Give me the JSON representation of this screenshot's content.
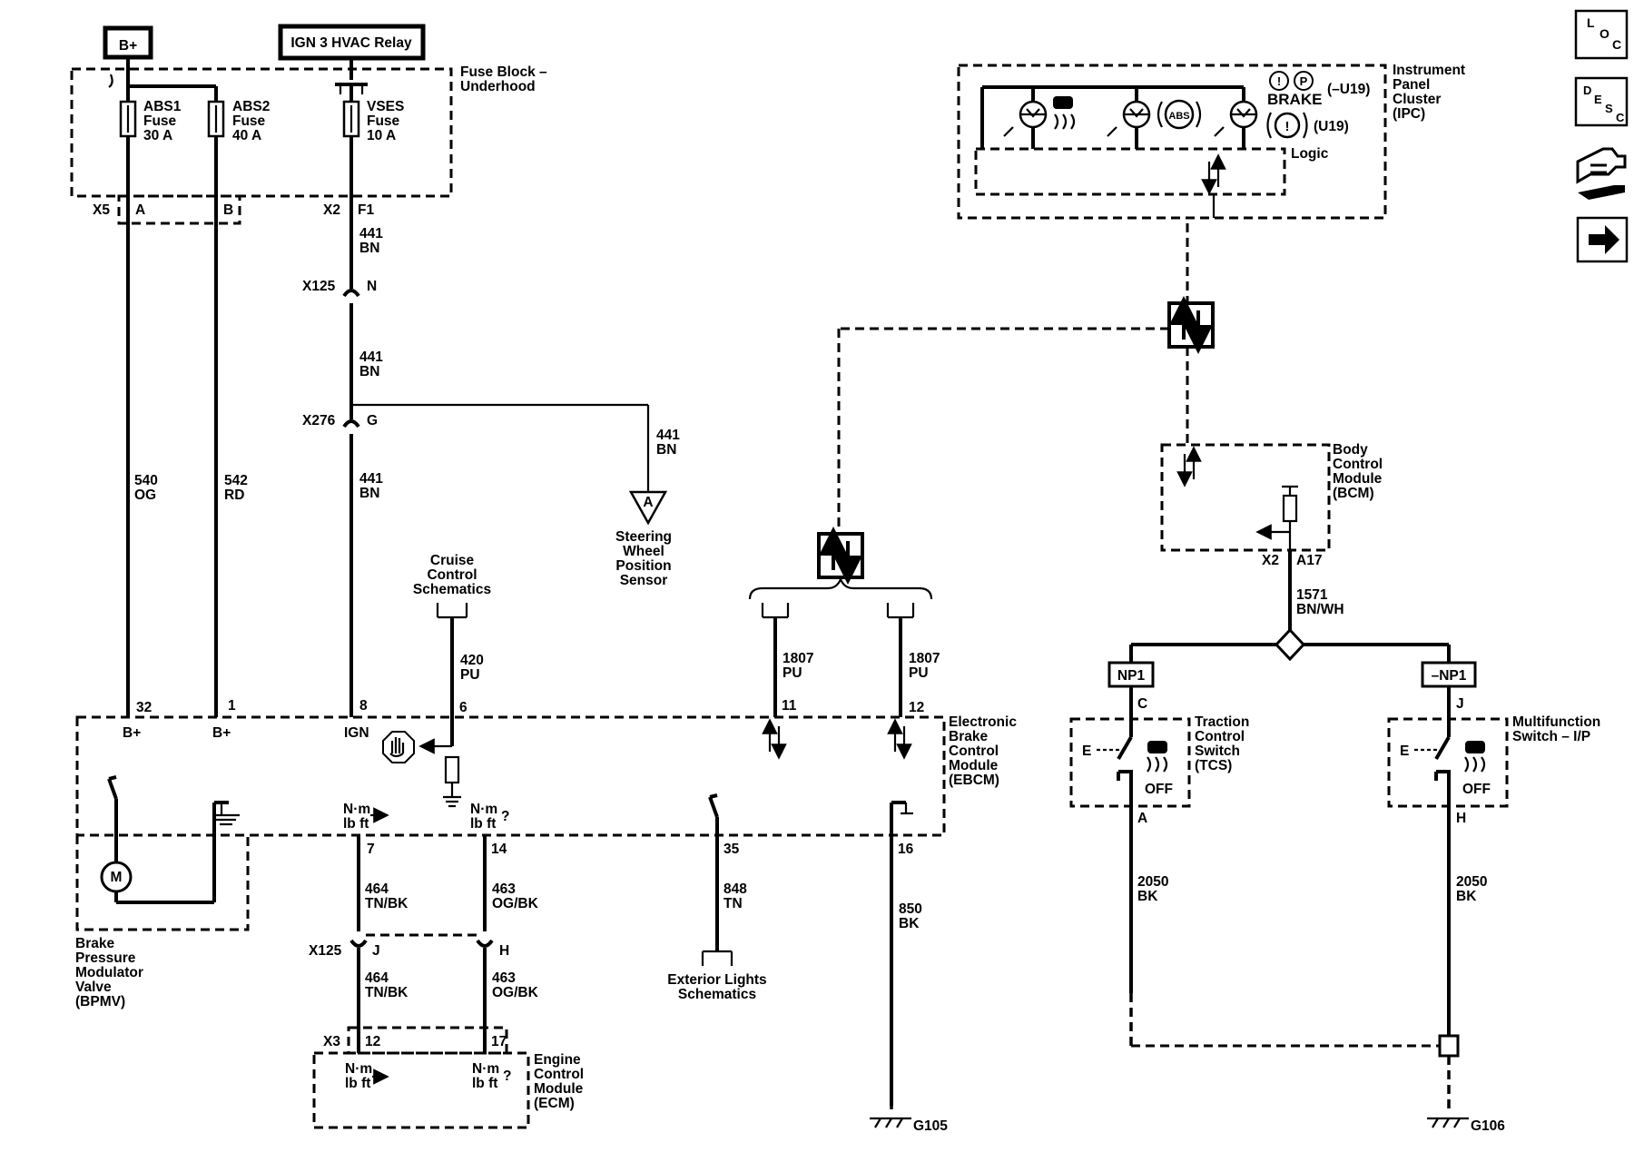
{
  "power": {
    "bplus": "B+",
    "ign_relay": "IGN 3 HVAC Relay"
  },
  "fuse_block": {
    "label": [
      "Fuse Block –",
      "Underhood"
    ],
    "abs1": [
      "ABS1",
      "Fuse",
      "30 A"
    ],
    "abs2": [
      "ABS2",
      "Fuse",
      "40 A"
    ],
    "vses": [
      "VSES",
      "Fuse",
      "10 A"
    ],
    "x5": "X5",
    "pin_a": "A",
    "pin_b": "B",
    "x2": "X2",
    "pin_f1": "F1"
  },
  "wires": {
    "w441a": [
      "441",
      "BN"
    ],
    "w441b": [
      "441",
      "BN"
    ],
    "w441c": [
      "441",
      "BN"
    ],
    "w441d": [
      "441",
      "BN"
    ],
    "w540": [
      "540",
      "OG"
    ],
    "w542": [
      "542",
      "RD"
    ],
    "w420": [
      "420",
      "PU"
    ],
    "w1807a": [
      "1807",
      "PU"
    ],
    "w1807b": [
      "1807",
      "PU"
    ],
    "w464a": [
      "464",
      "TN/BK"
    ],
    "w463a": [
      "463",
      "OG/BK"
    ],
    "w464b": [
      "464",
      "TN/BK"
    ],
    "w463b": [
      "463",
      "OG/BK"
    ],
    "w848": [
      "848",
      "TN"
    ],
    "w850": [
      "850",
      "BK"
    ],
    "w1571": [
      "1571",
      "BN/WH"
    ],
    "w2050a": [
      "2050",
      "BK"
    ],
    "w2050b": [
      "2050",
      "BK"
    ]
  },
  "connectors": {
    "x125_top": "X125",
    "x125_top_pin": "N",
    "x276": "X276",
    "x276_pin": "G",
    "x125_bot": "X125",
    "x125_j": "J",
    "x125_h": "H",
    "x3": "X3",
    "x3_12": "12",
    "x3_17": "17",
    "x2_bcm": "X2",
    "a17": "A17"
  },
  "steering": {
    "ref": "A",
    "label": [
      "Steering",
      "Wheel",
      "Position",
      "Sensor"
    ]
  },
  "cruise": [
    "Cruise",
    "Control",
    "Schematics"
  ],
  "ebcm": {
    "label": [
      "Electronic",
      "Brake",
      "Control",
      "Module",
      "(EBCM)"
    ],
    "pins_top": [
      "32",
      "1",
      "8",
      "6",
      "11",
      "12"
    ],
    "pin_names": [
      "B+",
      "B+",
      "IGN"
    ],
    "pins_bottom": [
      "7",
      "14",
      "35",
      "16"
    ],
    "torque": [
      "N·m",
      "lb ft"
    ],
    "torque_q": "?"
  },
  "bpmv": {
    "motor": "M",
    "label": [
      "Brake",
      "Pressure",
      "Modulator",
      "Valve",
      "(BPMV)"
    ]
  },
  "ecm": {
    "label": [
      "Engine",
      "Control",
      "Module",
      "(ECM)"
    ],
    "torque": [
      "N·m",
      "lb ft"
    ],
    "torque_q": "?"
  },
  "exterior": [
    "Exterior Lights",
    "Schematics"
  ],
  "grounds": {
    "g105": "G105",
    "g106": "G106"
  },
  "ipc": {
    "label": [
      "Instrument",
      "Panel",
      "Cluster",
      "(IPC)"
    ],
    "brake": "BRAKE",
    "u19_minus": "(–U19)",
    "u19": "(U19)",
    "logic": "Logic",
    "abs": "ABS",
    "p_symbol": "P",
    "excl": "!"
  },
  "bcm": {
    "label": [
      "Body",
      "Control",
      "Module",
      "(BCM)"
    ]
  },
  "tcs": {
    "option": "NP1",
    "pin_c": "C",
    "pin_a": "A",
    "off": "OFF",
    "e": "E",
    "label": [
      "Traction",
      "Control",
      "Switch",
      "(TCS)"
    ]
  },
  "mfs": {
    "option": "–NP1",
    "pin_j": "J",
    "pin_h": "H",
    "off": "OFF",
    "e": "E",
    "label": [
      "Multifunction",
      "Switch – I/P"
    ]
  },
  "nav": {
    "loc": [
      "L",
      "O",
      "C"
    ],
    "desc": [
      "D",
      "E",
      "S",
      "C"
    ]
  }
}
